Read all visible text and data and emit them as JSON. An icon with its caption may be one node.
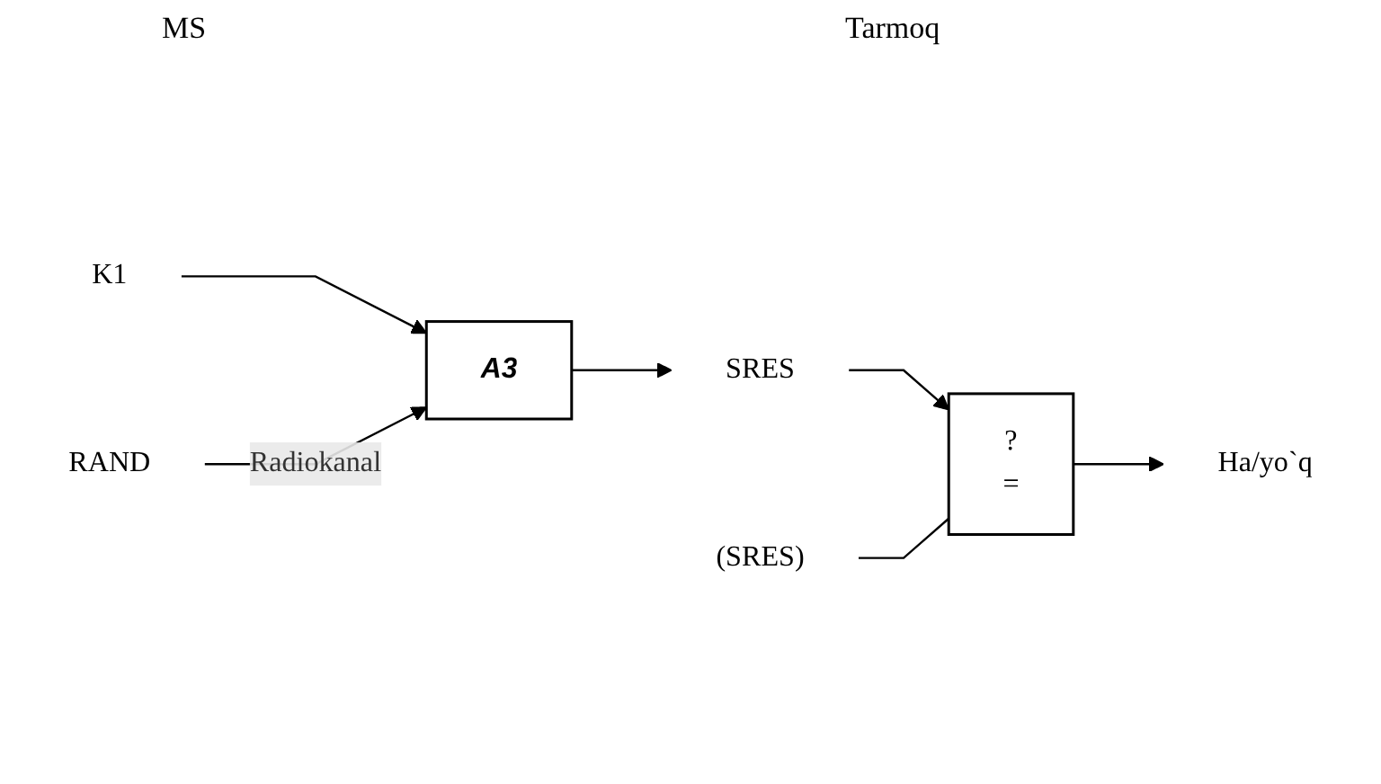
{
  "diagram": {
    "nodes": [
      {
        "text": [
          "K1"
        ]
      },
      {
        "text": [
          "RAND"
        ]
      },
      {
        "text": [
          "A3"
        ]
      },
      {
        "text": [
          "SRES"
        ]
      },
      {
        "text": [
          "(SRES)"
        ]
      },
      {
        "text": [
          "?",
          "="
        ]
      },
      {
        "text": [
          "Ha/yo`q"
        ]
      }
    ],
    "edges": [
      {
        "from": 0,
        "to": 2,
        "arrow": "to"
      },
      {
        "from": 1,
        "to": 2,
        "arrow": "to",
        "label": "Radiokanal"
      },
      {
        "from": 2,
        "to": 3,
        "arrow": "to"
      },
      {
        "from": 3,
        "to": 5,
        "arrow": "to"
      },
      {
        "from": 4,
        "to": 5,
        "arrow": "none"
      },
      {
        "from": 5,
        "to": 6,
        "arrow": "to"
      }
    ],
    "labels": [
      "MS",
      "Tarmoq"
    ]
  }
}
